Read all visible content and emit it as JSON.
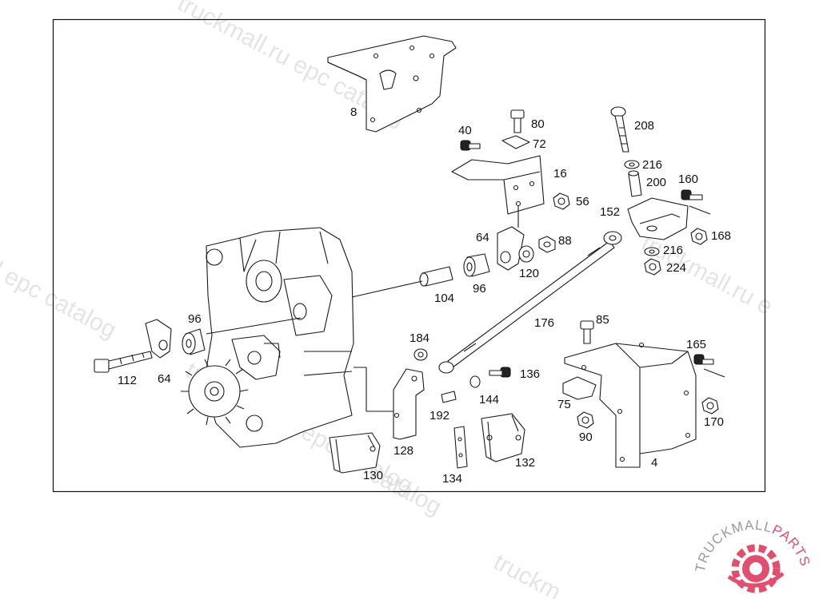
{
  "watermark": {
    "texts": [
      "truckmall.ru epc catalog",
      "l epc catalog",
      "truckmall.ru e",
      "truckmall.ru epc catalog",
      "truckm",
      "catalog"
    ]
  },
  "logo": {
    "brand_a": "TRUCKMALL",
    "brand_b": "PARTS",
    "color_gray": "#9a9a9a",
    "color_pink": "#e0506e"
  },
  "callouts": [
    "8",
    "80",
    "72",
    "40",
    "16",
    "56",
    "208",
    "216",
    "200",
    "160",
    "152",
    "168",
    "216",
    "224",
    "64",
    "88",
    "120",
    "104",
    "96",
    "176",
    "96",
    "112",
    "64",
    "184",
    "85",
    "165",
    "136",
    "144",
    "192",
    "75",
    "170",
    "90",
    "128",
    "4",
    "132",
    "130",
    "134"
  ]
}
